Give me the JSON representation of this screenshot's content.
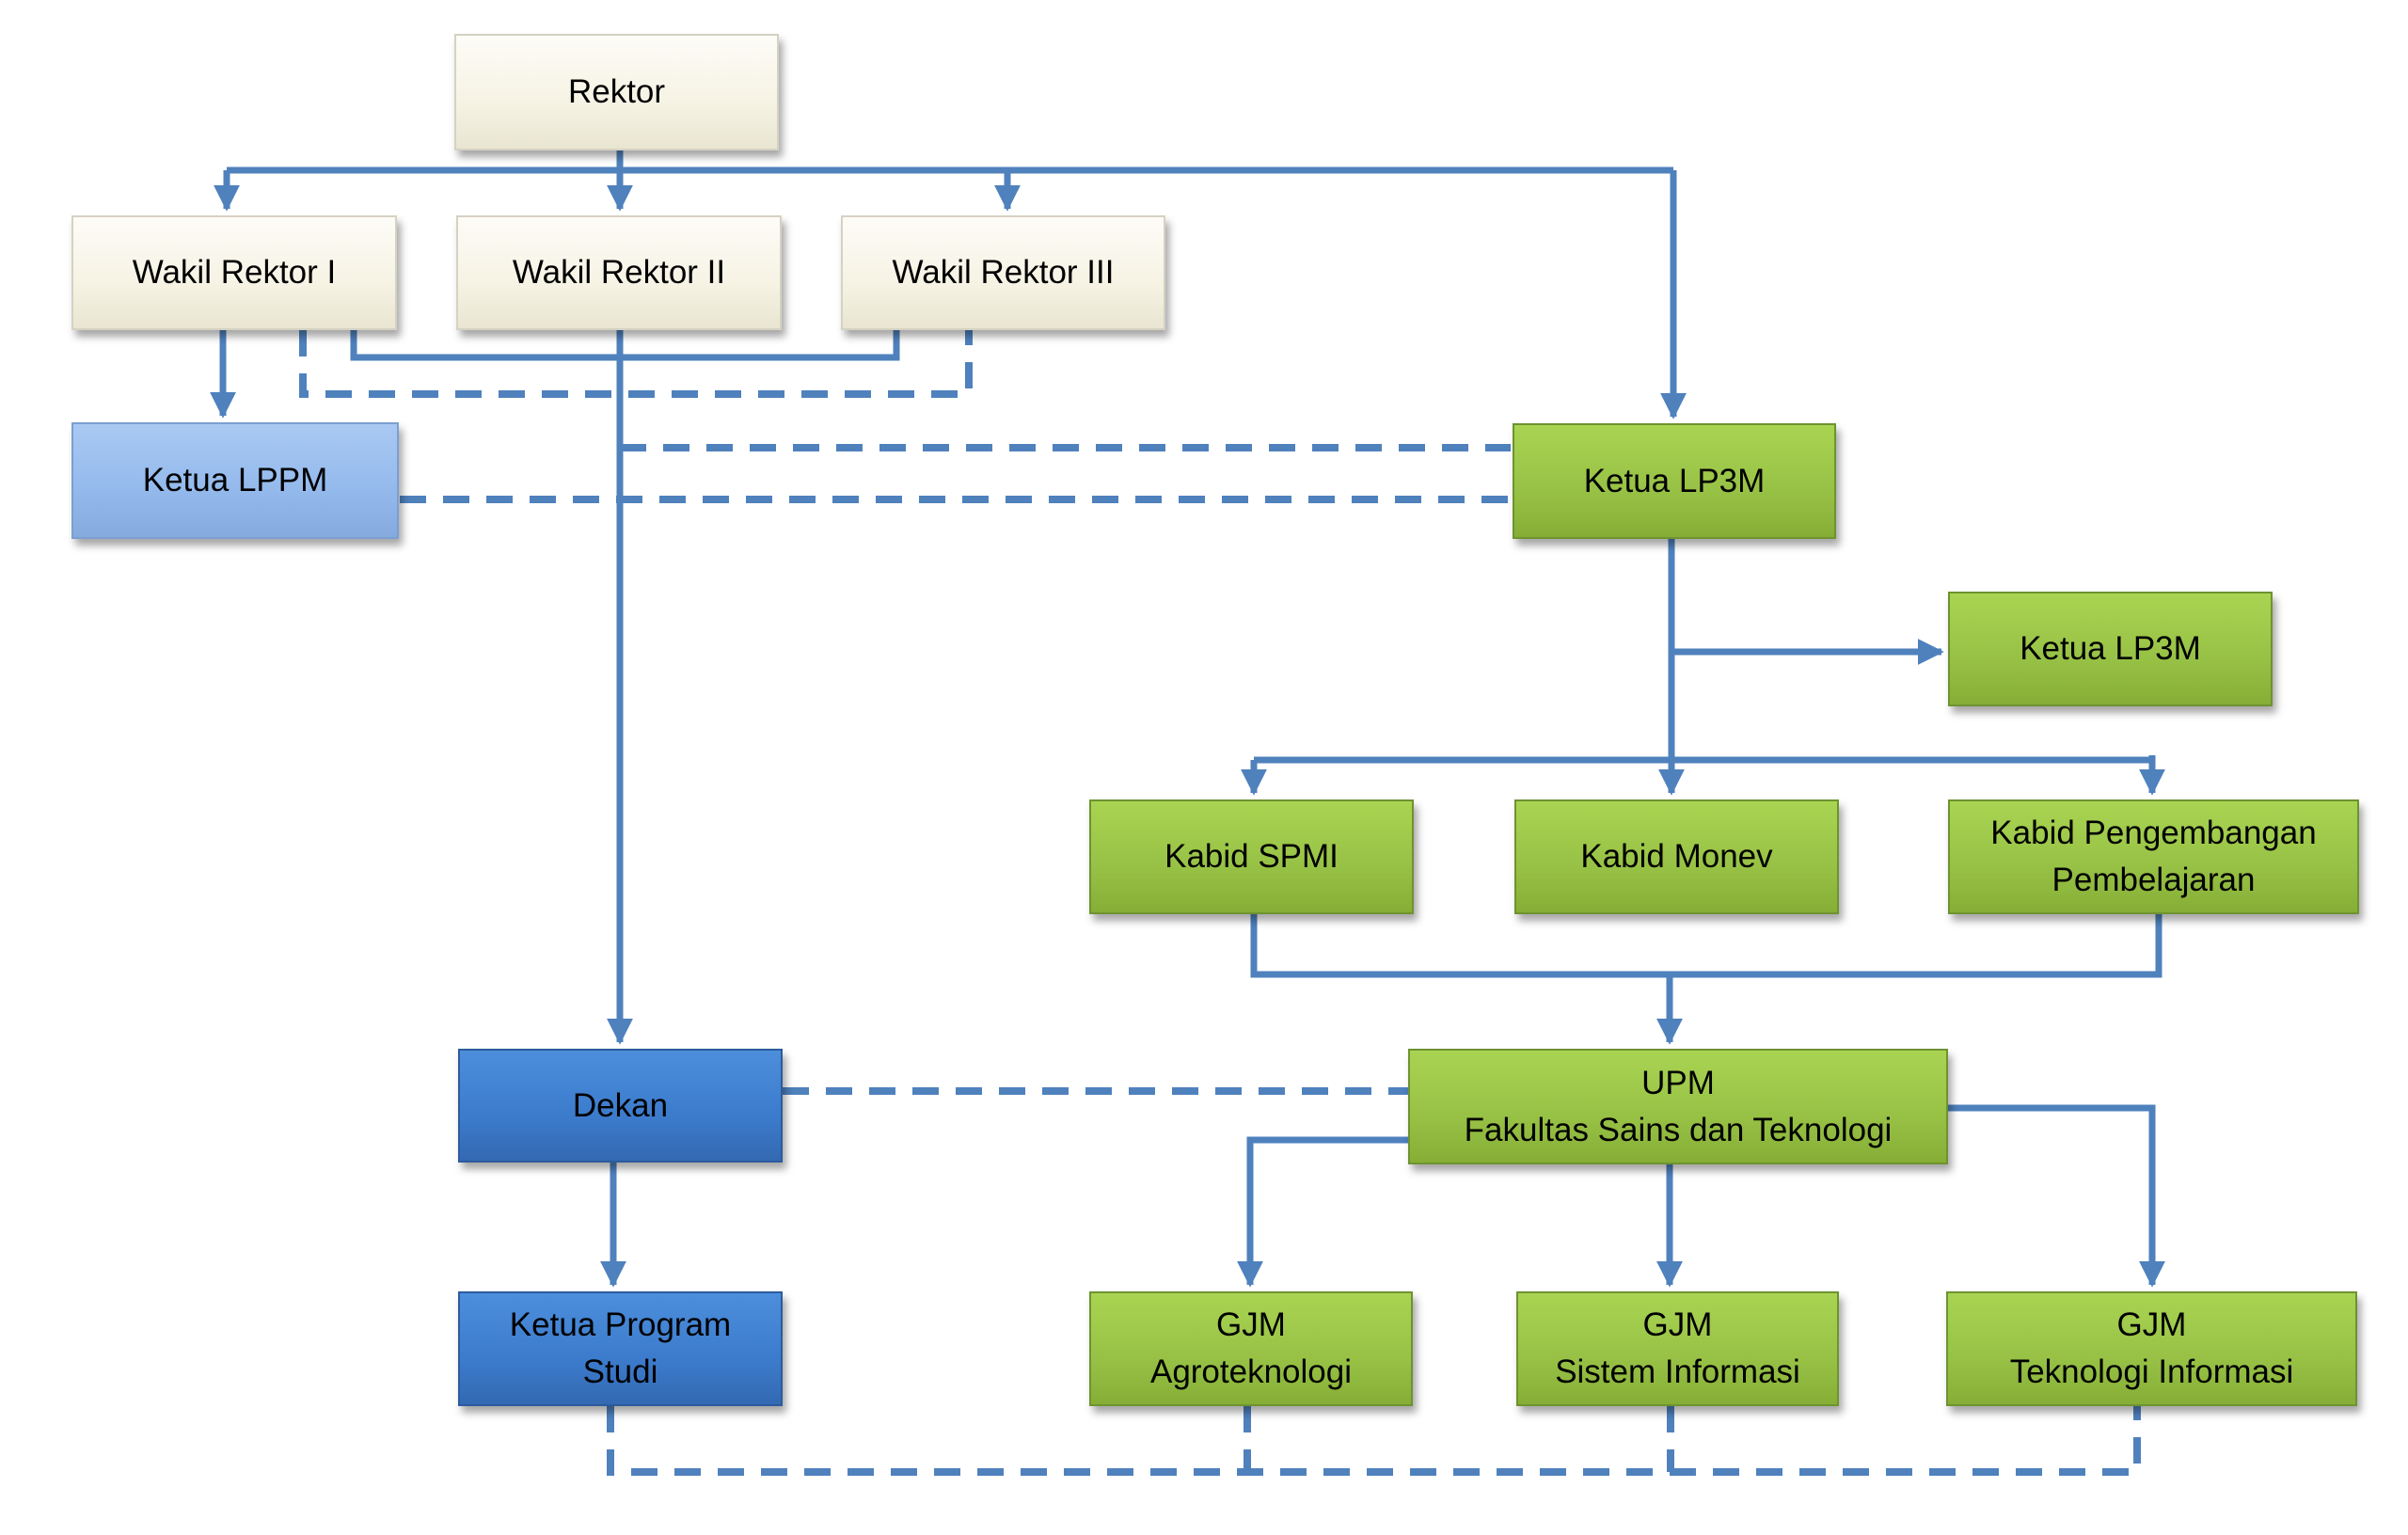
{
  "diagram": {
    "type": "organization-chart",
    "colors": {
      "connector": "#4f81bd",
      "leadership": "#f6f3e4",
      "lppm": "#93b9ec",
      "quality_unit": "#97c145",
      "faculty": "#3c7bcc"
    },
    "nodes": {
      "rektor": "Rektor",
      "wakil_rektor_1": "Wakil Rektor I",
      "wakil_rektor_2": "Wakil Rektor II",
      "wakil_rektor_3": "Wakil Rektor III",
      "ketua_lppm": "Ketua LPPM",
      "ketua_lp3m": "Ketua LP3M",
      "ketua_lp3m_2": "Ketua LP3M",
      "kabid_spmi": "Kabid SPMI",
      "kabid_monev": "Kabid Monev",
      "kabid_pengembangan": "Kabid Pengembangan\nPembelajaran",
      "dekan": "Dekan",
      "upm": "UPM\nFakultas Sains dan Teknologi",
      "ketua_prodi": "Ketua Program\nStudi",
      "gjm_agro": "GJM\nAgroteknologi",
      "gjm_si": "GJM\nSistem Informasi",
      "gjm_ti": "GJM\nTeknologi Informasi"
    },
    "edges": [
      {
        "from": "rektor",
        "to": "wakil_rektor_1",
        "style": "solid"
      },
      {
        "from": "rektor",
        "to": "wakil_rektor_2",
        "style": "solid"
      },
      {
        "from": "rektor",
        "to": "wakil_rektor_3",
        "style": "solid"
      },
      {
        "from": "rektor",
        "to": "ketua_lp3m",
        "style": "solid"
      },
      {
        "from": "wakil_rektor_1",
        "to": "ketua_lppm",
        "style": "solid"
      },
      {
        "from": "wakil_rektor_1",
        "to": "wakil_rektor_3",
        "style": "solid"
      },
      {
        "from": "wakil_rektor_1",
        "to": "wakil_rektor_3",
        "style": "dashed"
      },
      {
        "from": "wakil_rektor_2",
        "to": "dekan",
        "style": "solid"
      },
      {
        "from": "wakil_rektor_2",
        "to": "ketua_lp3m",
        "style": "dashed"
      },
      {
        "from": "ketua_lppm",
        "to": "ketua_lp3m",
        "style": "dashed"
      },
      {
        "from": "ketua_lp3m",
        "to": "ketua_lp3m_2",
        "style": "solid"
      },
      {
        "from": "ketua_lp3m",
        "to": "kabid_spmi",
        "style": "solid"
      },
      {
        "from": "ketua_lp3m",
        "to": "kabid_monev",
        "style": "solid"
      },
      {
        "from": "ketua_lp3m",
        "to": "kabid_pengembangan",
        "style": "solid"
      },
      {
        "from": "kabid_spmi",
        "to": "upm",
        "style": "solid"
      },
      {
        "from": "kabid_pengembangan",
        "to": "upm",
        "style": "solid"
      },
      {
        "from": "dekan",
        "to": "upm",
        "style": "dashed"
      },
      {
        "from": "dekan",
        "to": "ketua_prodi",
        "style": "solid"
      },
      {
        "from": "upm",
        "to": "gjm_agro",
        "style": "solid"
      },
      {
        "from": "upm",
        "to": "gjm_si",
        "style": "solid"
      },
      {
        "from": "upm",
        "to": "gjm_ti",
        "style": "solid"
      },
      {
        "from": "ketua_prodi",
        "to": "gjm_agro",
        "style": "dashed"
      },
      {
        "from": "gjm_agro",
        "to": "gjm_si",
        "style": "dashed"
      },
      {
        "from": "gjm_si",
        "to": "gjm_ti",
        "style": "dashed"
      }
    ]
  }
}
